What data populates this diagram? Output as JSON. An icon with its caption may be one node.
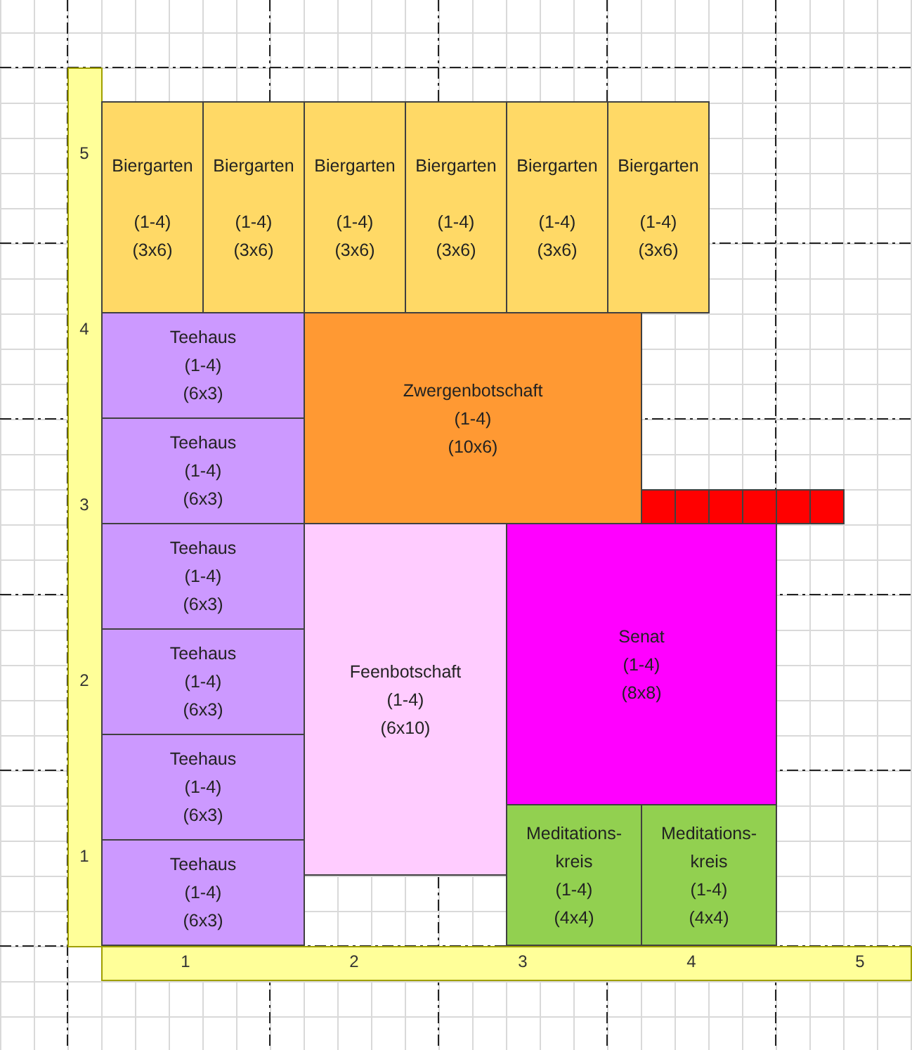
{
  "diagram": {
    "nodes": [
      {
        "text": [
          "Biergarten",
          "(1-4)",
          "(3x6)"
        ]
      },
      {
        "text": [
          "Biergarten",
          "(1-4)",
          "(3x6)"
        ]
      },
      {
        "text": [
          "Biergarten",
          "(1-4)",
          "(3x6)"
        ]
      },
      {
        "text": [
          "Biergarten",
          "(1-4)",
          "(3x6)"
        ]
      },
      {
        "text": [
          "Biergarten",
          "(1-4)",
          "(3x6)"
        ]
      },
      {
        "text": [
          "Biergarten",
          "(1-4)",
          "(3x6)"
        ]
      },
      {
        "text": [
          "Teehaus",
          "(1-4)",
          "(6x3)"
        ]
      },
      {
        "text": [
          "Zwergenbotschaft",
          "(1-4)",
          "(10x6)"
        ]
      },
      {
        "text": [
          "Teehaus",
          "(1-4)",
          "(6x3)"
        ]
      },
      {
        "text": [],
        "shape": "box"
      },
      {
        "text": [],
        "shape": "box"
      },
      {
        "text": [],
        "shape": "box"
      },
      {
        "text": [],
        "shape": "box"
      },
      {
        "text": [],
        "shape": "box"
      },
      {
        "text": [],
        "shape": "box"
      },
      {
        "text": [
          "Teehaus",
          "(1-4)",
          "(6x3)"
        ]
      },
      {
        "text": [
          "Feenbotschaft",
          "(1-4)",
          "(6x10)"
        ]
      },
      {
        "text": [
          "Senat",
          "(1-4)",
          "(8x8)"
        ]
      },
      {
        "text": [
          "Teehaus",
          "(1-4)",
          "(6x3)"
        ]
      },
      {
        "text": [
          "Teehaus",
          "(1-4)",
          "(6x3)"
        ]
      },
      {
        "text": [
          "Meditations- kreis",
          "(1-4)",
          "(4x4)"
        ]
      },
      {
        "text": [
          "Meditations- kreis",
          "(1-4)",
          "(4x4)"
        ]
      },
      {
        "text": [
          "Teehaus",
          "(1-4)",
          "(6x3)"
        ]
      }
    ],
    "labels": [
      "5",
      "4",
      "3",
      "2",
      "1",
      "1",
      "2",
      "3",
      "4",
      "5"
    ]
  }
}
